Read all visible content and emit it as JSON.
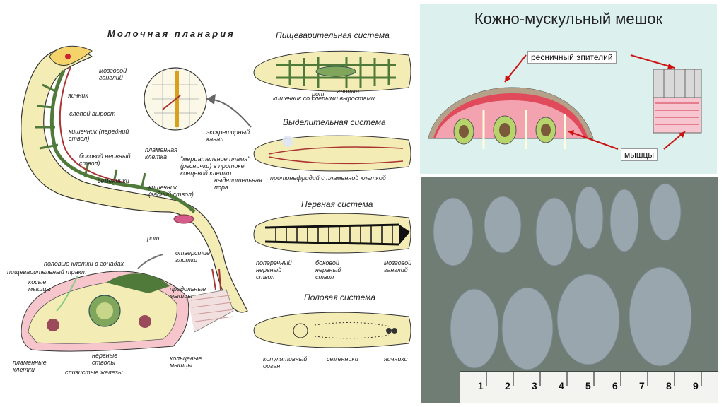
{
  "left": {
    "title": "Молочная планария",
    "labels": {
      "brain": "мозговой ганглий",
      "ovary": "яичник",
      "blind": "слепой вырост",
      "gut_front": "кишечник (передний ствол)",
      "lateral_nerve": "боковой нервный ствол)",
      "testes": "семенники",
      "gut_back": "кишечник (задний ствол)",
      "mouth": "рот",
      "pharynx_open": "отверстие глотки",
      "flame_cell": "пламенная клетка",
      "flicker": "\"мерцательное пламя\" (реснички) в протоке концевой клетки",
      "excretory_canal": "экскреторный канал",
      "excretory_pore": "выделительная пора"
    },
    "systems": {
      "digestive": {
        "title": "Пищеварительная система",
        "mouth": "рот",
        "pharynx": "глотка",
        "intestine": "кишечник со слепыми выростами"
      },
      "excretory": {
        "title": "Выделительная система",
        "protonephridium": "протонефридий с пламенной клеткой"
      },
      "nervous": {
        "title": "Нервная система",
        "transverse": "поперечный нервный ствол",
        "lateral": "боковой нервный ствол",
        "brain": "мозговой ганглий"
      },
      "reproductive": {
        "title": "Половая система",
        "copulatory": "копулятивный орган",
        "testes": "семенники",
        "ovaries": "яичники"
      }
    },
    "section": {
      "gonads": "половые клетки в гонадах",
      "digestive_tract": "пищеварительный тракт",
      "oblique": "косые мышцы",
      "longitudinal": "продольные мышцы",
      "flame_cells": "пламенные клетки",
      "nerves": "нервные стволы",
      "mucous": "слизистые железы",
      "ring": "кольцевые мышцы"
    }
  },
  "muscle": {
    "title": "Кожно-мускульный мешок",
    "cilia": "ресничный эпителий",
    "muscles": "мышцы"
  },
  "ruler": {
    "numbers": [
      "1",
      "2",
      "3",
      "4",
      "5",
      "6",
      "7",
      "8",
      "9"
    ]
  },
  "colors": {
    "body_fill": "#f3ecb4",
    "gut_green": "#4f7a3a",
    "sac_red": "#e04a5a",
    "callout_arrow": "#cc1111"
  }
}
